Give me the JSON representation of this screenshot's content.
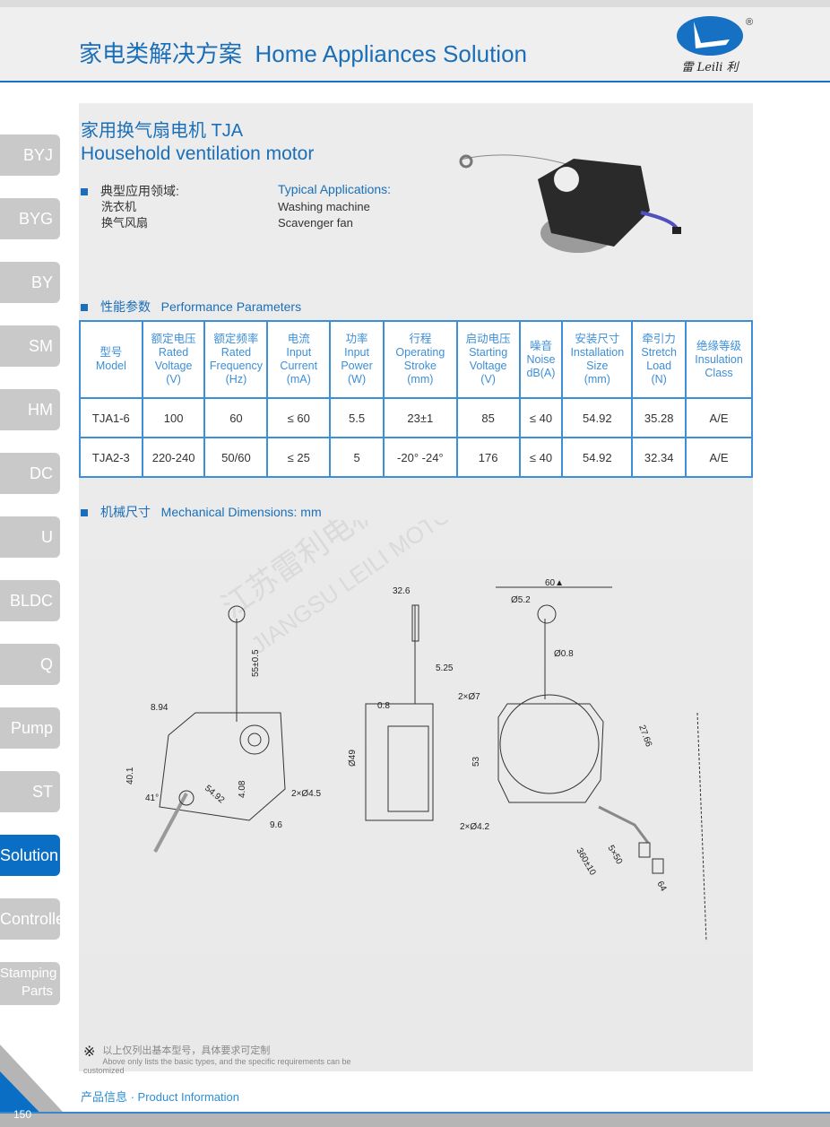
{
  "header": {
    "title_cn": "家电类解决方案",
    "title_en": "Home Appliances Solution",
    "logo_text": "雷 Leili 利",
    "logo_mark": "®"
  },
  "sidebar": [
    {
      "label": "BYJ"
    },
    {
      "label": "BYG"
    },
    {
      "label": "BY"
    },
    {
      "label": "SM"
    },
    {
      "label": "HM"
    },
    {
      "label": "DC"
    },
    {
      "label": "U"
    },
    {
      "label": "BLDC"
    },
    {
      "label": "Q"
    },
    {
      "label": "Pump"
    },
    {
      "label": "ST"
    },
    {
      "label": "Solution",
      "active": true
    },
    {
      "label": "Controller"
    },
    {
      "label": "Stamping Parts"
    }
  ],
  "product": {
    "title_cn": "家用换气扇电机 TJA",
    "title_en": "Household ventilation motor"
  },
  "applications": {
    "heading_cn": "典型应用领域:",
    "heading_en": "Typical Applications:",
    "items_cn": [
      "洗衣机",
      "换气风扇"
    ],
    "items_en": [
      "Washing machine",
      "Scavenger fan"
    ]
  },
  "performance": {
    "heading_cn": "性能参数",
    "heading_en": "Performance Parameters",
    "columns": [
      [
        "型号",
        "Model"
      ],
      [
        "额定电压",
        "Rated",
        "Voltage",
        "(V)"
      ],
      [
        "额定频率",
        "Rated",
        "Frequency",
        "(Hz)"
      ],
      [
        "电流",
        "Input",
        "Current",
        "(mA)"
      ],
      [
        "功率",
        "Input",
        "Power",
        "(W)"
      ],
      [
        "行程",
        "Operating",
        "Stroke",
        "(mm)"
      ],
      [
        "启动电压",
        "Starting",
        "Voltage",
        "(V)"
      ],
      [
        "噪音",
        "Noise",
        "dB(A)"
      ],
      [
        "安装尺寸",
        "Installation",
        "Size",
        "(mm)"
      ],
      [
        "牵引力",
        "Stretch",
        "Load",
        "(N)"
      ],
      [
        "绝缘等级",
        "Insulation",
        "Class"
      ]
    ],
    "rows": [
      [
        "TJA1-6",
        "100",
        "60",
        "≤ 60",
        "5.5",
        "23±1",
        "85",
        "≤ 40",
        "54.92",
        "35.28",
        "A/E"
      ],
      [
        "TJA2-3",
        "220-240",
        "50/60",
        "≤ 25",
        "5",
        "-20° -24°",
        "176",
        "≤ 40",
        "54.92",
        "32.34",
        "A/E"
      ]
    ]
  },
  "dimensions": {
    "heading_cn": "机械尺寸",
    "heading_en": "Mechanical Dimensions: mm",
    "labels": {
      "d1": "55±0.5",
      "d2": "8.94",
      "d3": "40.1",
      "d4": "41°",
      "d5": "54.92",
      "d6": "4.08",
      "d7": "2×Ø4.5",
      "d8": "9.6",
      "s1": "32.6",
      "s2": "5.25",
      "s3": "0.8",
      "s4": "Ø49",
      "f1": "60▲",
      "f2": "Ø5.2",
      "f3": "Ø0.8",
      "f4": "2×Ø7",
      "f5": "53",
      "f6": "27.66",
      "f7": "2×Ø4.2",
      "f8": "360±10",
      "f9": "5×50",
      "f10": "64"
    }
  },
  "watermark": {
    "cn": "江苏雷利电机股份有限公司",
    "en": "JIANGSU LEILI MOTOR CO., LTD"
  },
  "note": {
    "cn": "以上仅列出基本型号，具体要求可定制",
    "en": "Above only lists the basic types, and the specific requirements can be customized",
    "symbol": "※"
  },
  "footer": {
    "label": "产品信息 · Product Information",
    "page": "150"
  }
}
